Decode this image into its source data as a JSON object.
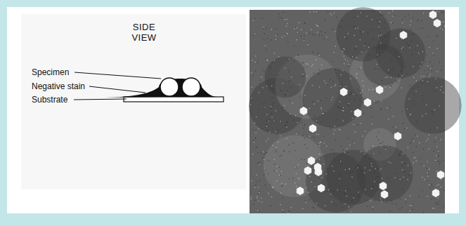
{
  "diagram": {
    "labels": [
      "SIDE VIEW",
      "Specimen",
      "Negative stain",
      "Substrate"
    ]
  }
}
